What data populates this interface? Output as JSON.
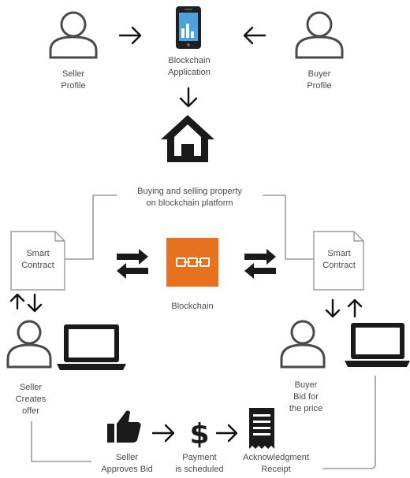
{
  "labels": {
    "seller_profile": [
      "Seller",
      "Profile"
    ],
    "blockchain_application": [
      "Blockchain",
      "Application"
    ],
    "buyer_profile": [
      "Buyer",
      "Profile"
    ],
    "platform_caption": [
      "Buying and selling property",
      "on blockchain platform"
    ],
    "smart_contract_left": [
      "Smart",
      "Contract"
    ],
    "smart_contract_right": [
      "Smart",
      "Contract"
    ],
    "blockchain": "Blockchain",
    "seller_creates_offer": [
      "Seller",
      "Creates",
      "offer"
    ],
    "buyer_bid": [
      "Buyer",
      "Bid for",
      "the price"
    ],
    "seller_approves_bid": [
      "Seller",
      "Approves Bid"
    ],
    "payment_scheduled": [
      "Payment",
      "is scheduled"
    ],
    "acknowledgment_receipt": [
      "Acknowledgment",
      "Receipt"
    ]
  },
  "colors": {
    "blockchain_block": "#e8711f",
    "line_gray": "#9a9a9a",
    "icon_dark": "#1a1a1a",
    "phone_screen": "#4aa3df"
  },
  "icons": {
    "seller_profile": "user-icon",
    "phone": "smartphone-icon",
    "buyer_profile": "user-icon",
    "house": "house-icon",
    "smart_contract": "document-icon",
    "blockchain": "chain-link-icon",
    "exchange": "exchange-arrows-icon",
    "laptop": "laptop-icon",
    "thumbs_up": "thumbs-up-icon",
    "dollar": "dollar-icon",
    "receipt": "receipt-icon"
  }
}
